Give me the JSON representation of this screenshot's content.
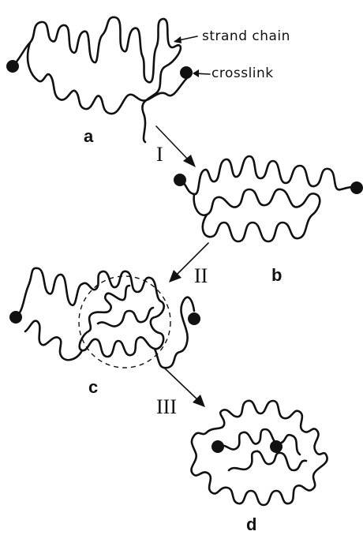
{
  "annotations": {
    "strand_chain": "strand chain",
    "crosslink": "crosslink"
  },
  "panels": {
    "a": "a",
    "b": "b",
    "c": "c",
    "d": "d"
  },
  "steps": {
    "I": "I",
    "II": "II",
    "III": "III"
  }
}
